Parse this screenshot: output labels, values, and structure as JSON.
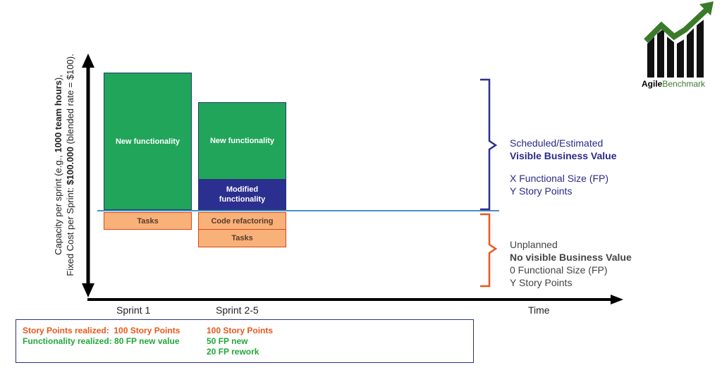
{
  "y_axis": {
    "line1_a": "Capacity per sprint (e.g., ",
    "line1_b": "1000 team hours",
    "line1_c": "),",
    "line2_a": "Fixed Cost per Sprint: ",
    "line2_b": "$100.000",
    "line2_c": " (blended rate = $100)."
  },
  "x_axis": {
    "sprint1": "Sprint 1",
    "sprint2": "Sprint 2-5",
    "time": "Time"
  },
  "blocks": {
    "s1_new": "New functionality",
    "s1_tasks": "Tasks",
    "s2_new": "New functionality",
    "s2_modified": "Modified functionality",
    "s2_refactor": "Code refactoring",
    "s2_tasks": "Tasks"
  },
  "planned": {
    "line1": "Scheduled/Estimated",
    "line2": "Visible Business Value",
    "line3": "X Functional Size (FP)",
    "line4": "Y Story Points"
  },
  "unplanned": {
    "line1": "Unplanned",
    "line2": "No visible Business Value",
    "line3": "0 Functional Size (FP)",
    "line4": "Y Story Points"
  },
  "summary": {
    "sp_label": "Story Points realized:  100 Story Points",
    "fp_label": "Functionality realized: 80 FP new value",
    "s2_sp": "100 Story Points",
    "s2_new": "50 FP new",
    "s2_rework": "20 FP rework"
  },
  "logo": {
    "part1": "Agile",
    "part2": "Benchmark"
  },
  "colors": {
    "green": "#21a55a",
    "navy": "#2b2f8f",
    "orange_fill": "#f8b179",
    "orange_border": "#d9461a",
    "baseline": "#4a90c8",
    "brace_blue": "#2b2f8f",
    "brace_orange": "#e8571c"
  }
}
